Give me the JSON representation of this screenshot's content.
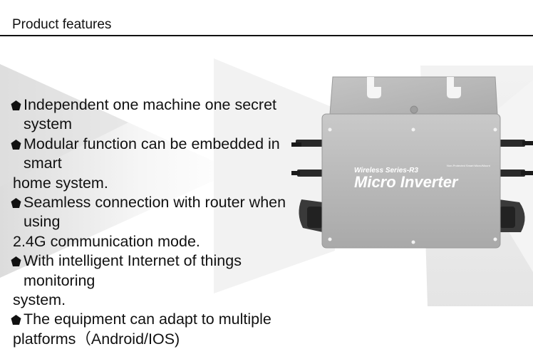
{
  "header": {
    "title": "Product features"
  },
  "features": [
    {
      "line1": "Independent one machine one secret system",
      "line2": ""
    },
    {
      "line1": "Modular function can be embedded in smart",
      "line2": "home system."
    },
    {
      "line1": "Seamless connection with router when using",
      "line2": "2.4G communication mode."
    },
    {
      "line1": "With intelligent Internet of things monitoring",
      "line2": "system."
    },
    {
      "line1": "The equipment can adapt to multiple",
      "line2": "platforms（Android/IOS)"
    }
  ],
  "product": {
    "series": "Wireless Series-R3",
    "name": "Micro Inverter",
    "small_label": "Non-Protected Smart Micro/Mount"
  },
  "colors": {
    "rule": "#111111",
    "device_body": "#b9b9b9",
    "device_text": "#ffffff"
  },
  "icons": [
    "pentagon-bullet-icon"
  ]
}
